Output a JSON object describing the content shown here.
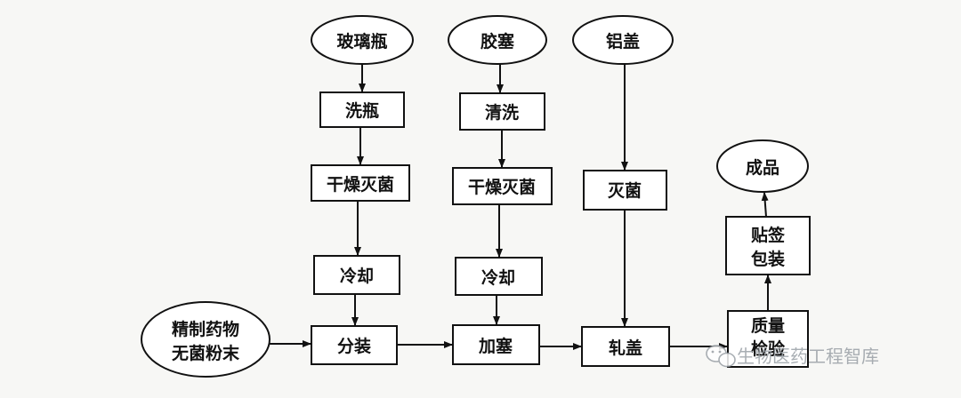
{
  "diagram": {
    "nodes": {
      "glass_bottle": "玻璃瓶",
      "stopper": "胶塞",
      "aluminum_cap": "铝盖",
      "wash_bottle": "洗瓶",
      "dry_sterilize_1": "干燥灭菌",
      "cool_1": "冷却",
      "wash_stopper": "清洗",
      "dry_sterilize_2": "干燥灭菌",
      "cool_2": "冷却",
      "sterilize_cap": "灭菌",
      "powder_line1": "精制药物",
      "powder_line2": "无菌粉末",
      "fill": "分装",
      "add_stopper": "加塞",
      "crimp": "轧盖",
      "qc_line1": "质量",
      "qc_line2": "检验",
      "label_line1": "贴签",
      "label_line2": "包装",
      "product": "成品"
    }
  },
  "watermark": {
    "text": "生物医药工程智库",
    "icon": "wechat-icon"
  }
}
